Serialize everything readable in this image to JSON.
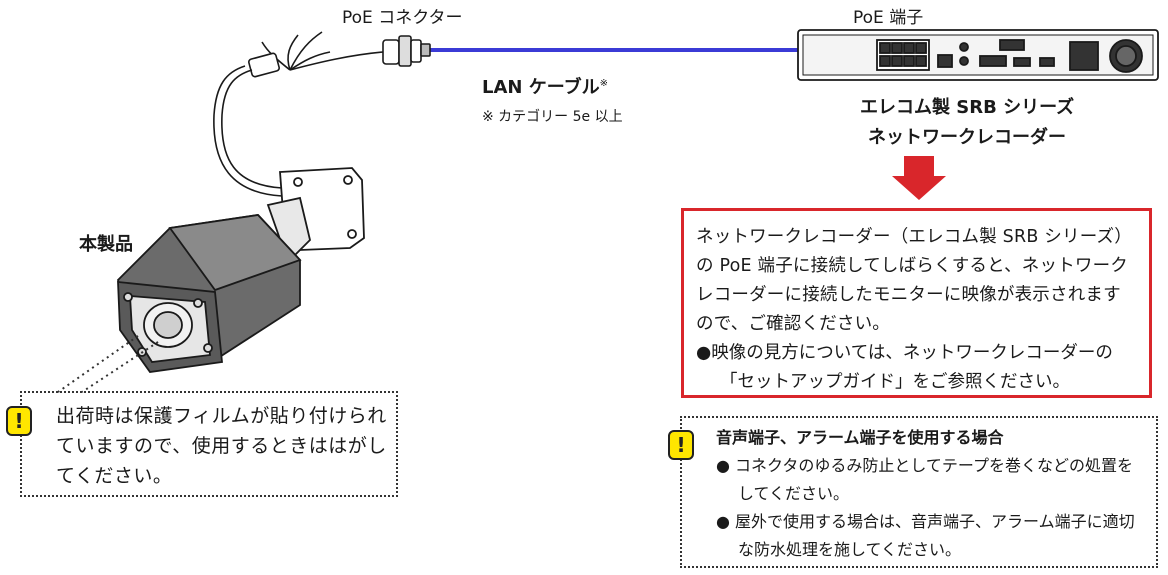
{
  "labels": {
    "poe_connector": "PoE コネクター",
    "poe_port": "PoE 端子",
    "lan_cable": "LAN ケーブル",
    "lan_cable_mark": "※",
    "lan_cable_note": "※ カテゴリー 5e 以上",
    "recorder_line1": "エレコム製 SRB シリーズ",
    "recorder_line2": "ネットワークレコーダー",
    "product": "本製品"
  },
  "red_note": {
    "para": "ネットワークレコーダー（エレコム製 SRB シリーズ）の PoE 端子に接続してしばらくすると、ネットワークレコーダーに接続したモニターに映像が表示されますので、ご確認ください。",
    "bullet": "●映像の見方については、ネットワークレコーダーの「セットアップガイド」をご参照ください。"
  },
  "film_note": {
    "icon": "!",
    "text": "出荷時は保護フィルムが貼り付けられていますので、使用するときははがしてください。"
  },
  "audio_note": {
    "icon": "!",
    "title": "音声端子、アラーム端子を使用する場合",
    "bullet1": "● コネクタのゆるみ防止としてテープを巻くなどの処置をしてください。",
    "bullet2": "● 屋外で使用する場合は、音声端子、アラーム端子に適切な防水処理を施してください。"
  },
  "colors": {
    "cable": "#3b3bd6",
    "accent_red": "#d9262b",
    "warning_yellow": "#ffe600"
  }
}
